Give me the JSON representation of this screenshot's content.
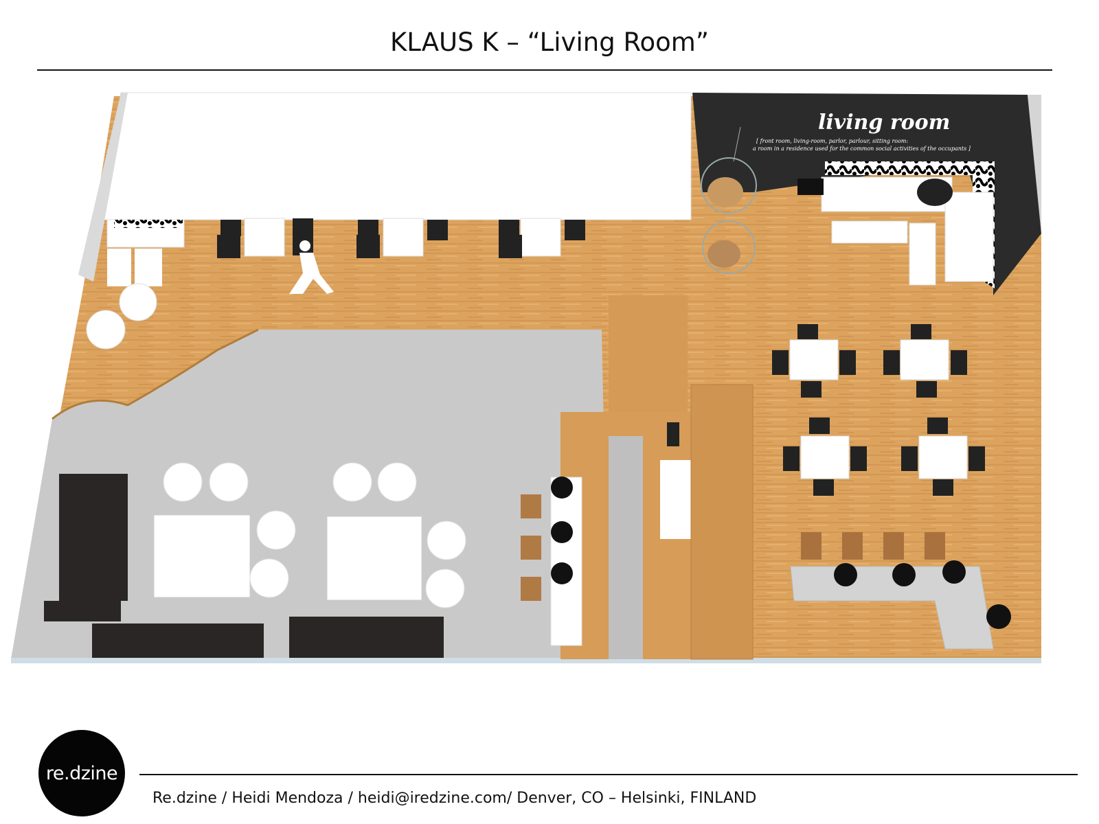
{
  "header": {
    "title": "KLAUS K – “Living Room”"
  },
  "rendering": {
    "wall_heading": "living room",
    "wall_definition_line1": "[ front room, living-room, parlor, parlour, sitting room:",
    "wall_definition_line2": "a room in a residence used for the common social activities of the occupants ]"
  },
  "logo": {
    "text": "re.dzine"
  },
  "footer": {
    "text": "Re.dzine / Heidi Mendoza / heidi@iredzine.com/ Denver, CO – Helsinki, FINLAND"
  },
  "colors": {
    "floor_wood": "#dba15c",
    "floor_carpet": "#cacaca",
    "wall_dark": "#2b2b2b",
    "furniture_dark": "#222222"
  }
}
